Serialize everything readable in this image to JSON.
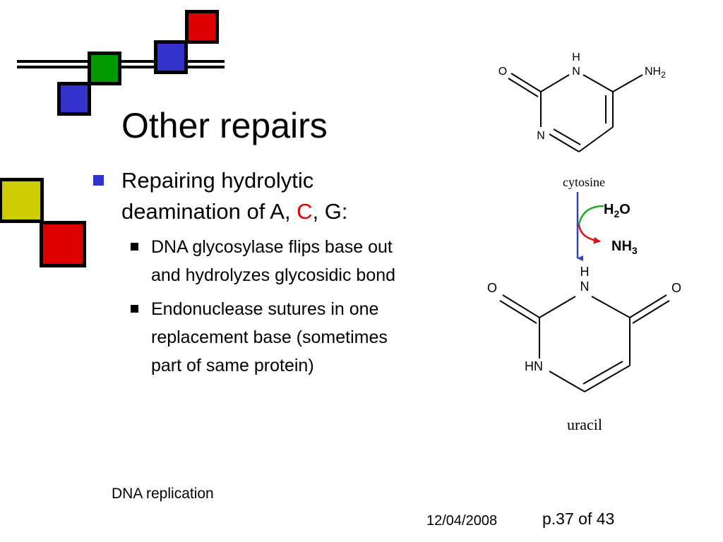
{
  "slide": {
    "title": "Other repairs",
    "bullet1": {
      "line1": "Repairing hydrolytic",
      "line2_prefix": "deamination of A, ",
      "line2_highlight": "C",
      "line2_suffix": ", G:"
    },
    "subbullets": [
      {
        "line1": "DNA glycosylase flips base out",
        "line2": "and hydrolyzes glycosidic bond"
      },
      {
        "line1": "Endonuclease sutures in one",
        "line2": "replacement base (sometimes",
        "line3": "part of same protein)"
      }
    ]
  },
  "figure": {
    "cytosine": {
      "label": "cytosine",
      "atom_H": "H",
      "atom_N1": "N",
      "atom_O": "O",
      "atom_NH": "NH",
      "sub_2": "2",
      "atom_N3": "N"
    },
    "reaction": {
      "reactant_H": "H",
      "reactant_sub": "2",
      "reactant_O": "O",
      "product_NH": "NH",
      "product_sub": "3"
    },
    "uracil": {
      "label": "uracil",
      "atom_H": "H",
      "atom_N": "N",
      "atom_O_left": "O",
      "atom_O_right": "O",
      "atom_HN": "HN"
    }
  },
  "footer": {
    "left": "DNA replication",
    "date": "12/04/2008",
    "page": "p.37 of 43"
  },
  "colors": {
    "red": "#dd0000",
    "green": "#009900",
    "blue": "#3333cc",
    "yellow": "#cccc00",
    "arrow_green": "#22aa22",
    "arrow_red": "#dd1111",
    "arrow_blue": "#3344bb"
  }
}
